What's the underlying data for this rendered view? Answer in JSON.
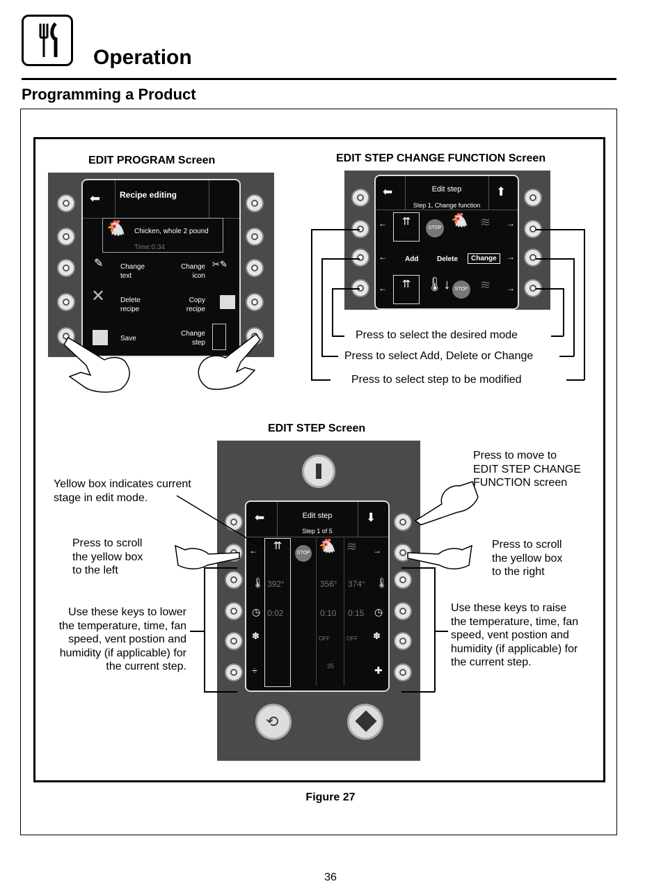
{
  "section": {
    "title": "Operation",
    "subtitle": "Programming a Product"
  },
  "edit_program": {
    "title": "EDIT PROGRAM Screen",
    "header": "Recipe editing",
    "recipe_name": "Chicken, whole 2 pound",
    "recipe_time": "Time:0:34",
    "change_text": "Change\ntext",
    "change_icon": "Change\nicon",
    "delete_recipe": "Delete\nrecipe",
    "copy_recipe": "Copy\nrecipe",
    "save": "Save",
    "change_step": "Change\nstep"
  },
  "edit_step_change": {
    "title": "EDIT STEP CHANGE FUNCTION Screen",
    "header": "Edit step",
    "subheader": "Step 1, Change function",
    "add": "Add",
    "delete": "Delete",
    "change": "Change",
    "stop": "STOP",
    "note_mode": "Press to select the desired mode",
    "note_add": "Press to select Add, Delete or Change",
    "note_step": "Press to select step to be modified"
  },
  "edit_step": {
    "title": "EDIT STEP Screen",
    "header": "Edit step",
    "subheader": "Step 1 of 5",
    "stop": "STOP",
    "temps": [
      "392°",
      "356°",
      "374°"
    ],
    "times": [
      "0:02",
      "0:10",
      "0:15"
    ],
    "fans": [
      "OFF",
      "OFF"
    ],
    "humidity": "35",
    "note_yellow": "Yellow box indicates current\nstage in edit mode.",
    "note_move": "Press to move to\nEDIT STEP CHANGE\nFUNCTION screen",
    "note_left": "Press to scroll\nthe yellow box\nto the left",
    "note_right": "Press to scroll\nthe yellow box\nto the right",
    "note_lower": "Use these keys to lower\nthe temperature, time, fan\nspeed, vent postion and\nhumidity (if applicable) for\nthe current step.",
    "note_raise": "Use these keys to raise\nthe temperature, time, fan\nspeed, vent postion and\nhumidity (if applicable) for\nthe current step."
  },
  "figure": "Figure 27",
  "page_number": "36"
}
